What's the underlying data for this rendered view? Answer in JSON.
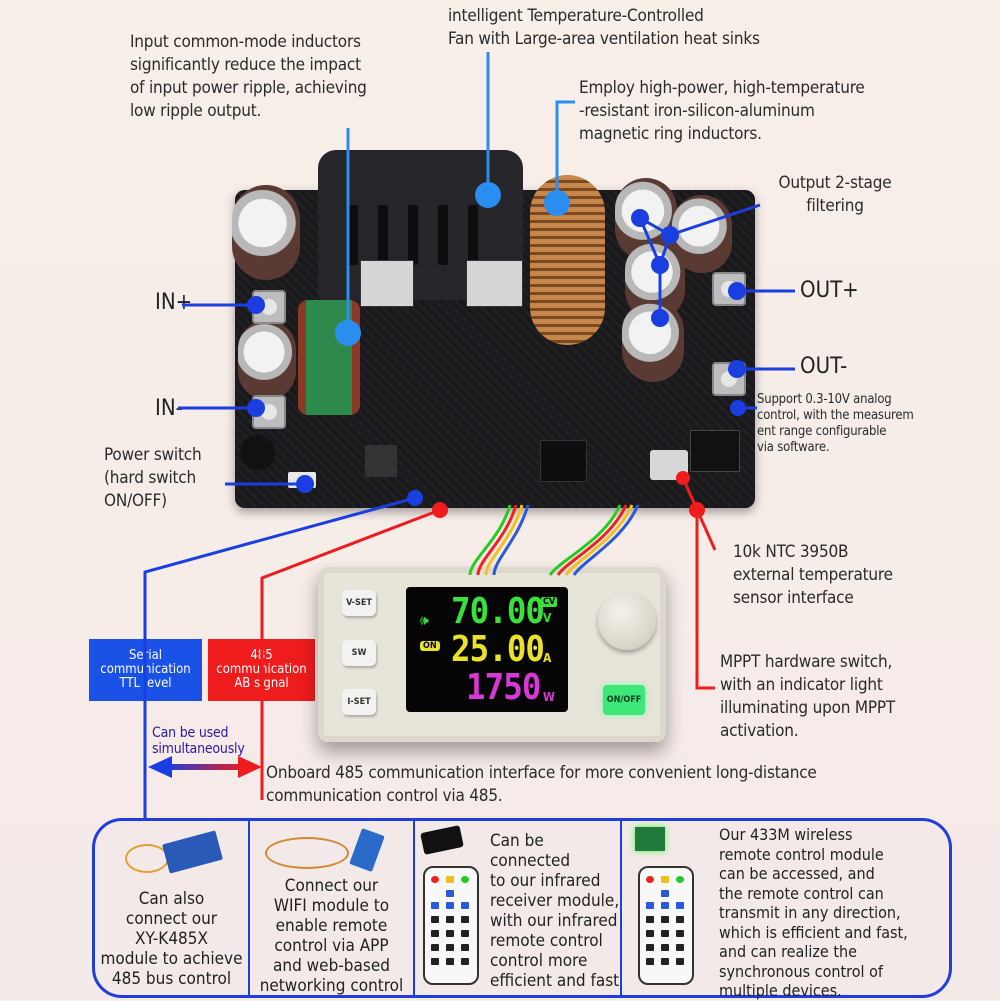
{
  "annotations": {
    "input_inductors": "Input common-mode inductors\nsignificantly reduce the impact\nof input power ripple, achieving\nlow ripple output.",
    "fan": "intelligent Temperature-Controlled\nFan with Large-area ventilation heat sinks",
    "ring_inductors": "Employ high-power, high-temperature\n-resistant iron-silicon-aluminum\nmagnetic ring inductors.",
    "output_filter": "Output 2-stage\nfiltering",
    "in_plus": "IN+",
    "in_minus": "IN-",
    "out_plus": "OUT+",
    "out_minus": "OUT-",
    "analog_control": "Support 0.3-10V analog\ncontrol, with the measurem\nent range configurable\nvia software.",
    "power_switch": "Power switch\n(hard switch\nON/OFF)",
    "ntc": "10k NTC 3950B\n external temperature\nsensor interface",
    "mppt": "MPPT hardware switch,\nwith an indicator light\nilluminating upon MPPT\nactivation.",
    "onboard_485": "Onboard 485 communication interface for more convenient long-distance\ncommunication control via 485.",
    "simultaneous": "Can be used\nsimultaneously"
  },
  "tags": {
    "serial": "Serial\ncommunication\nTTL level",
    "rs485": "485\ncommunication\nAB signal"
  },
  "controller": {
    "buttons": {
      "vset": "V-SET",
      "sw": "SW",
      "iset": "I-SET",
      "onoff": "ON/OFF"
    },
    "display": {
      "voltage": "70.00",
      "voltage_unit": "V",
      "mode": "CV",
      "current": "25.00",
      "current_unit": "A",
      "status": "ON",
      "power": "1750",
      "power_unit": "W",
      "speaker_icon": "speaker-icon"
    }
  },
  "modules": [
    {
      "text": "Can also\nconnect our\nXY-K485X\nmodule to achieve\n485 bus control"
    },
    {
      "text": "Connect our\nWIFI module to\nenable remote\ncontrol via APP\nand web-based\nnetworking control"
    },
    {
      "text": "Can be\nconnected\nto our infrared\nreceiver module,\nwith our infrared\nremote control\ncontrol more\nefficient and fast"
    },
    {
      "text": "Our 433M wireless\nremote control module\ncan be accessed, and\nthe remote control can\ntransmit in any direction,\nwhich is efficient and fast,\n and can realize the\nsynchronous control of\nmultiple devices."
    }
  ],
  "colors": {
    "blue": "#1e3ee0",
    "red": "#ee1c1c",
    "callout_blue": "#2a8ef0",
    "lcd_green": "#39e23a",
    "lcd_yellow": "#e8e22a",
    "lcd_magenta": "#d639d6"
  }
}
